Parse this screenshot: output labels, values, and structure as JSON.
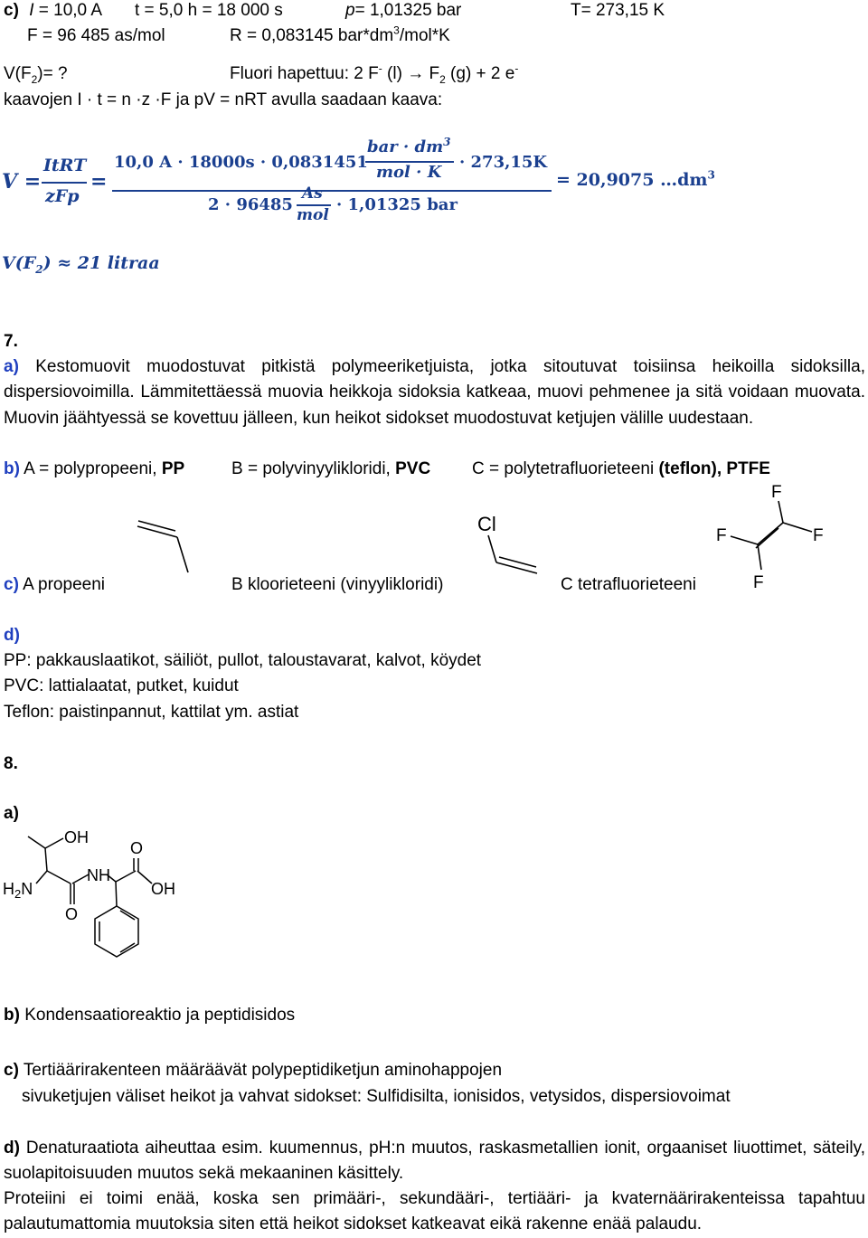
{
  "p6": {
    "c_label": "c)",
    "I_sym": "I",
    "I_val": " = 10,0 A",
    "t_val": "t = 5,0 h = 18 000 s",
    "p_sym": "p",
    "p_val": "= 1,01325 bar",
    "T_val": "T= 273,15 K",
    "F_val": "F = 96 485 as/mol",
    "R_val": "R = 0,083145 bar*dm",
    "R_sup": "3",
    "R_tail": "/mol*K",
    "V_q1": "V(F",
    "V_q_sub": "2",
    "V_q2": ")= ?",
    "fluor1": "Fluori hapettuu: 2 F",
    "fluor_sup": "-",
    "fluor2": " (l) → F",
    "fluor_sub": "2",
    "fluor3": " (g) + 2 e",
    "fluor_sup2": "-",
    "formula_text": "kaavojen I · t = n ·z ·F ja pV = nRT avulla saadaan kaava:",
    "eq_V": "V =",
    "eq_num": "ItRT",
    "eq_den": "zFp",
    "eq_eq2": "=",
    "eq_big_num": "10,0 A · 18000s · 0,0831451",
    "eq_unit_num": "bar · dm",
    "eq_unit_sup": "3",
    "eq_unit_den": "mol · K",
    "eq_T": "· 273,15K",
    "eq_den_a": "2 · 96485",
    "eq_As": "As",
    "eq_mol": "mol",
    "eq_den_b": "· 1,01325 bar",
    "eq_result": "= 20,9075 …dm",
    "eq_result_sup": "3",
    "res_a": "V(F",
    "res_sub": "2",
    "res_b": ") ≈ 21   litraa"
  },
  "p7": {
    "num": "7.",
    "a_label": "a)",
    "a_text": " Kestomuovit muodostuvat pitkistä polymeeriketjuista, jotka sitoutuvat toisiinsa heikoilla sidoksilla, dispersiovoimilla. Lämmitettäessä muovia heikkoja sidoksia katkeaa, muovi pehmenee ja sitä voidaan muovata. Muovin jäähtyessä se kovettuu jälleen, kun heikot sidokset muodostuvat ketjujen välille uudestaan.",
    "b_label": "b)",
    "b_A": " A = polypropeeni, ",
    "b_PP": "PP",
    "b_B": "B = polyvinyylikloridi, ",
    "b_PVC": "PVC",
    "b_C": "C = polytetrafluorieteeni ",
    "b_teflon": "(teflon), PTFE",
    "c_label": "c)",
    "c_A": " A propeeni",
    "c_B": "B kloorieteeni (vinyylikloridi)",
    "c_C": "C tetrafluorieteeni",
    "cl": "Cl",
    "f": "F",
    "d_label": "d)",
    "d_pp": "PP: pakkauslaatikot, säiliöt, pullot, taloustavarat, kalvot, köydet",
    "d_pvc": "PVC: lattialaatat, putket, kuidut",
    "d_teflon": "Teflon: paistinpannut, kattilat ym. astiat"
  },
  "p8": {
    "num": "8.",
    "a_label": "a)",
    "oh": "OH",
    "o": "O",
    "nh": "NH",
    "h": "H",
    "two": "2",
    "n": "N",
    "b_label": "b)",
    "b_text": " Kondensaatioreaktio ja peptidisidos",
    "c_label": "c)",
    "c_text1": " Tertiäärirakenteen määräävät polypeptidiketjun aminohappojen",
    "c_text2": "sivuketjujen väliset heikot ja vahvat sidokset: Sulfidisilta, ionisidos, vetysidos, dispersiovoimat",
    "d_label": "d)",
    "d_text": " Denaturaatiota aiheuttaa esim. kuumennus, pH:n muutos, raskasmetallien ionit, orgaaniset liuottimet, säteily, suolapitoisuuden muutos sekä mekaaninen käsittely.",
    "final_text": "Proteiini ei toimi enää, koska sen primääri-, sekundääri-, tertiääri- ja kvaternäärirakenteissa tapahtuu palautumattomia muutoksia siten että heikot sidokset katkeavat eikä rakenne enää palaudu."
  }
}
